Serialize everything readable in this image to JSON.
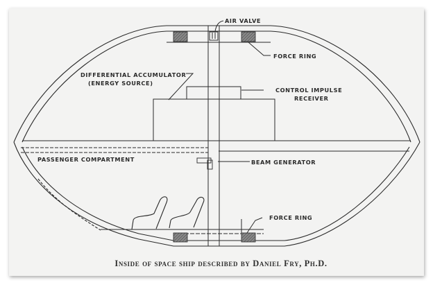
{
  "figure": {
    "title": "Inside of space ship described by Daniel Fry, Ph.D.",
    "caption": "Inside of space ship described by Daniel Fry, Ph.D."
  },
  "labels": {
    "air_valve": "AIR VALVE",
    "force_ring_top": "FORCE RING",
    "differential_accumulator_line1": "DIFFERENTIAL ACCUMULATOR",
    "differential_accumulator_line2": "(ENERGY SOURCE)",
    "control_impulse_line1": "CONTROL IMPULSE",
    "control_impulse_line2": "RECEIVER",
    "passenger_compartment": "PASSENGER COMPARTMENT",
    "beam_generator": "BEAM GENERATOR",
    "force_ring_bottom": "FORCE RING"
  },
  "colors": {
    "paper": "#f3f3f2",
    "ink": "#2a2a2a",
    "force_ring_fill": "#6a6a6a"
  }
}
